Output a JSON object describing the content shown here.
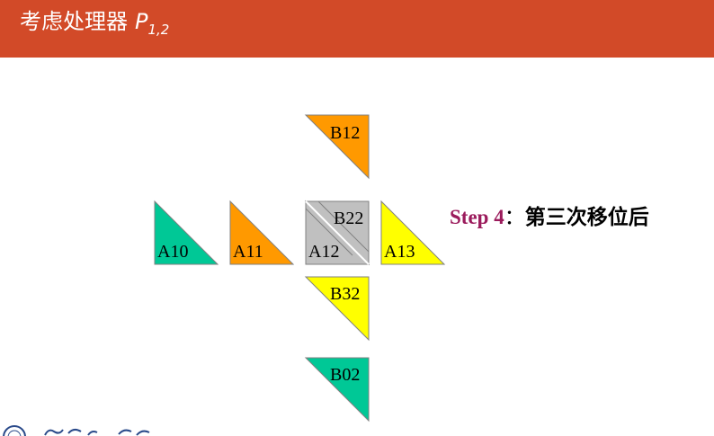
{
  "header": {
    "title_text": "考虑处理器",
    "processor_symbol": "P",
    "processor_subscript": "1,2"
  },
  "colors": {
    "header_bg": "#d24a28",
    "green": "#00c896",
    "orange": "#ff9900",
    "yellow": "#ffff00",
    "gray": "#c0c0c0",
    "step_prefix_color": "#9b1b5c"
  },
  "tiles": [
    {
      "label": "B12",
      "color": "orange",
      "orientation": "upper-right"
    },
    {
      "label": "A10",
      "color": "green",
      "orientation": "lower-left"
    },
    {
      "label": "A11",
      "color": "orange",
      "orientation": "lower-left"
    },
    {
      "label": "B22",
      "color": "gray",
      "orientation": "upper-right"
    },
    {
      "label": "A12",
      "color": "gray",
      "orientation": "lower-left"
    },
    {
      "label": "A13",
      "color": "yellow",
      "orientation": "lower-left"
    },
    {
      "label": "B32",
      "color": "yellow",
      "orientation": "upper-right"
    },
    {
      "label": "B02",
      "color": "green",
      "orientation": "upper-right"
    }
  ],
  "step": {
    "prefix": "Step 4",
    "separator": "：",
    "text": "第三次移位后"
  }
}
